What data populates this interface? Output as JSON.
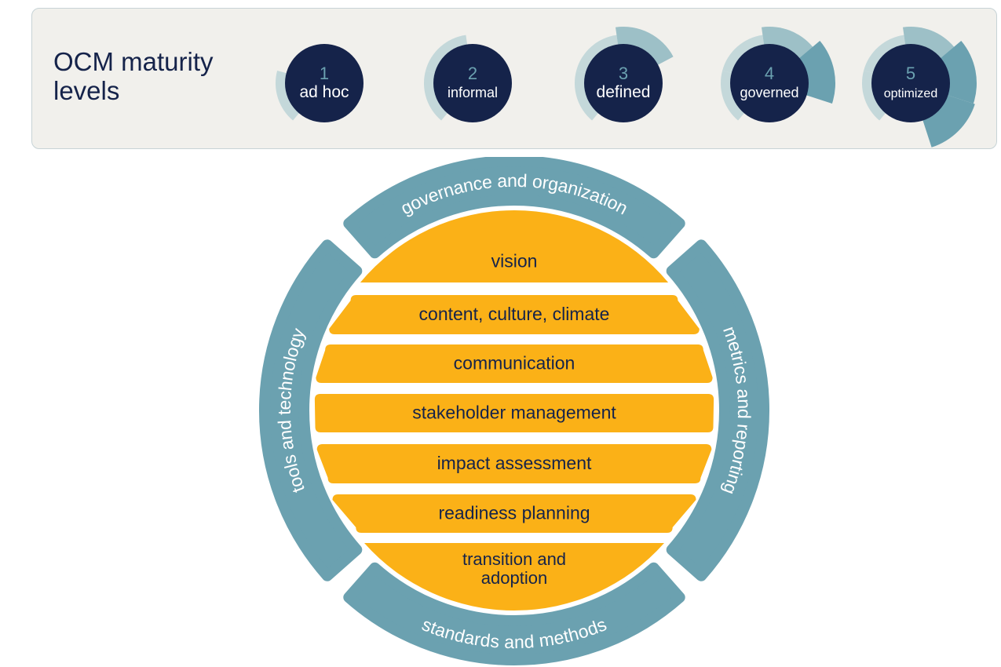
{
  "header": {
    "title_line1": "OCM maturity",
    "title_line2": "levels"
  },
  "levels": [
    {
      "number": "1",
      "label": "ad hoc"
    },
    {
      "number": "2",
      "label": "informal"
    },
    {
      "number": "3",
      "label": "defined"
    },
    {
      "number": "4",
      "label": "governed"
    },
    {
      "number": "5",
      "label": "optimized"
    }
  ],
  "ring": {
    "top": "governance and organization",
    "right": "metrics and reporting",
    "bottom": "standards and methods",
    "left": "tools and technology"
  },
  "bands": [
    "vision",
    "content, culture, climate",
    "communication",
    "stakeholder management",
    "impact assessment",
    "readiness planning",
    [
      "transition and",
      "adoption"
    ]
  ],
  "colors": {
    "navy": "#15234a",
    "teal": "#6ba1b0",
    "teal_light": "#c4d8da",
    "teal_mid": "#9dc0c7",
    "gold": "#fbb117",
    "panel": "#f1f0ec"
  }
}
